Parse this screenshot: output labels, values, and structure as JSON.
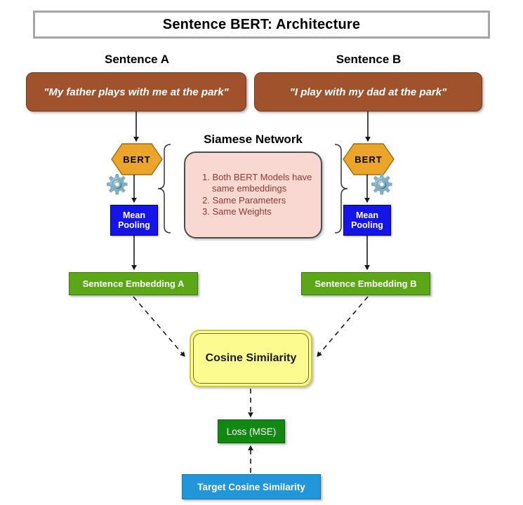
{
  "title": "Sentence BERT: Architecture",
  "columns": {
    "a": {
      "caption": "Sentence A",
      "sentence": "\"My father plays with me at the park\"",
      "model_label": "BERT",
      "pooling_line1": "Mean",
      "pooling_line2": "Pooling",
      "embedding_label": "Sentence Embedding A",
      "gear_icon": "gear-icon"
    },
    "b": {
      "caption": "Sentence B",
      "sentence": "\"I play with my dad at the park\"",
      "model_label": "BERT",
      "pooling_line1": "Mean",
      "pooling_line2": "Pooling",
      "embedding_label": "Sentence Embedding B",
      "gear_icon": "gear-icon"
    }
  },
  "siamese": {
    "caption": "Siamese Network",
    "items": [
      "Both BERT Models have same embeddings",
      "Same Parameters",
      "Same Weights"
    ]
  },
  "cosine": {
    "label": "Cosine Similarity"
  },
  "loss": {
    "label": "Loss (MSE)"
  },
  "target": {
    "label": "Target Cosine Similarity"
  },
  "colors": {
    "title_border": "#a6a6a6",
    "sentence_box": "#a0522d",
    "bert_hexagon": "#eaa52a",
    "bert_hexagon_border": "#b07a12",
    "mean_pooling": "#1515e8",
    "siamese_fill": "#fad8d2",
    "siamese_text": "#8a3a33",
    "embedding_green": "#5ba718",
    "cosine_yellow": "#fbfb8f",
    "cosine_border": "#6f6f2a",
    "loss_green": "#128712",
    "target_blue": "#2196d9",
    "connector": "#1a1a1a"
  }
}
